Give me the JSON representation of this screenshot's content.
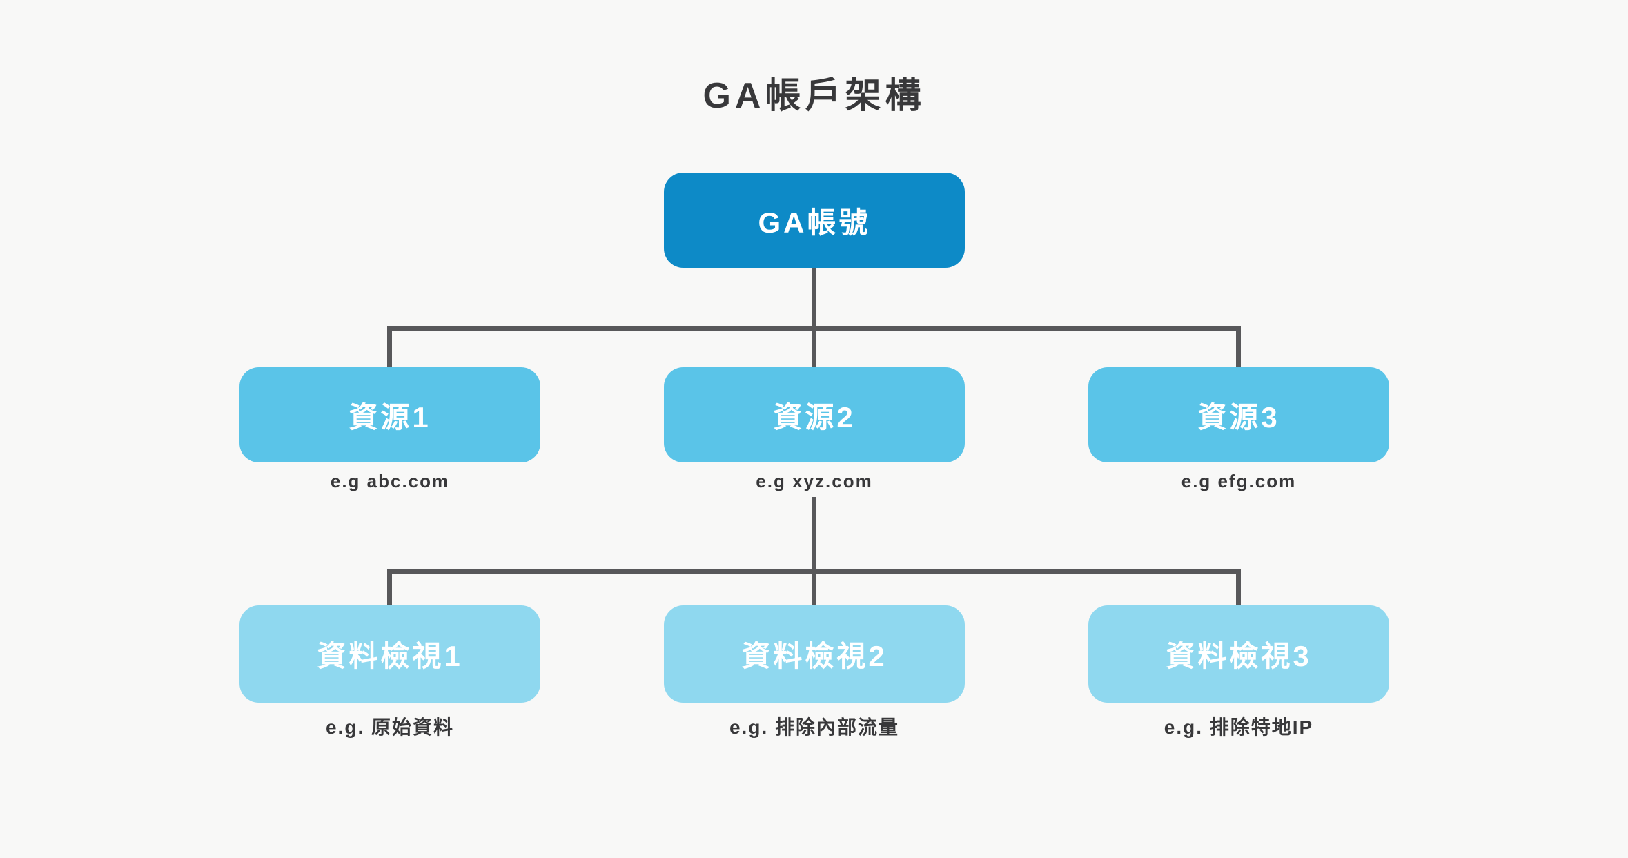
{
  "title": "GA帳戶架構",
  "colors": {
    "background": "#f8f8f7",
    "account": "#0d8ac7",
    "property": "#5ac4e8",
    "view": "#8fd8ef",
    "connector": "#58585a",
    "text_dark": "#38383a",
    "text_light": "#ffffff"
  },
  "diagram": {
    "root": {
      "label": "GA帳號"
    },
    "properties": [
      {
        "label": "資源1",
        "caption": "e.g abc.com"
      },
      {
        "label": "資源2",
        "caption": "e.g xyz.com"
      },
      {
        "label": "資源3",
        "caption": "e.g efg.com"
      }
    ],
    "views": [
      {
        "label": "資料檢視1",
        "caption": "e.g. 原始資料"
      },
      {
        "label": "資料檢視2",
        "caption": "e.g. 排除內部流量"
      },
      {
        "label": "資料檢視3",
        "caption": "e.g. 排除特地IP"
      }
    ]
  }
}
